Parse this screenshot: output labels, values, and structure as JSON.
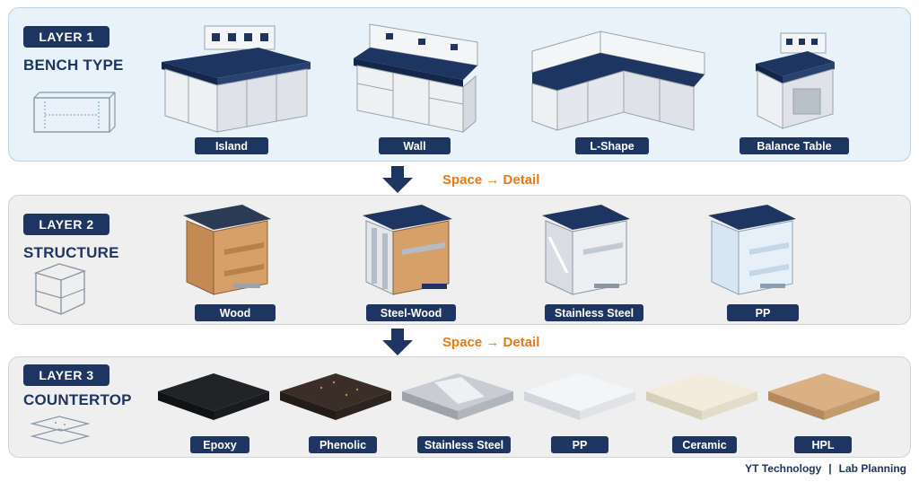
{
  "layers": [
    {
      "badge": "LAYER 1",
      "title": "BENCH TYPE",
      "items": [
        "Island",
        "Wall",
        "L-Shape",
        "Balance Table"
      ]
    },
    {
      "badge": "LAYER 2",
      "title": "STRUCTURE",
      "items": [
        "Wood",
        "Steel-Wood",
        "Stainless Steel",
        "PP"
      ]
    },
    {
      "badge": "LAYER 3",
      "title": "COUNTERTOP",
      "items": [
        "Epoxy",
        "Phenolic",
        "Stainless Steel",
        "PP",
        "Ceramic",
        "HPL"
      ]
    }
  ],
  "transitions": [
    "Space → Detail",
    "Space → Detail"
  ],
  "footer": {
    "company": "YT Technology",
    "separator": "|",
    "section": "Lab Planning"
  },
  "colors": {
    "navy": "#1f3561",
    "accent": "#e57a1b",
    "layer1_bg": "#e7f2fb",
    "layer_bg": "#efeff0"
  }
}
